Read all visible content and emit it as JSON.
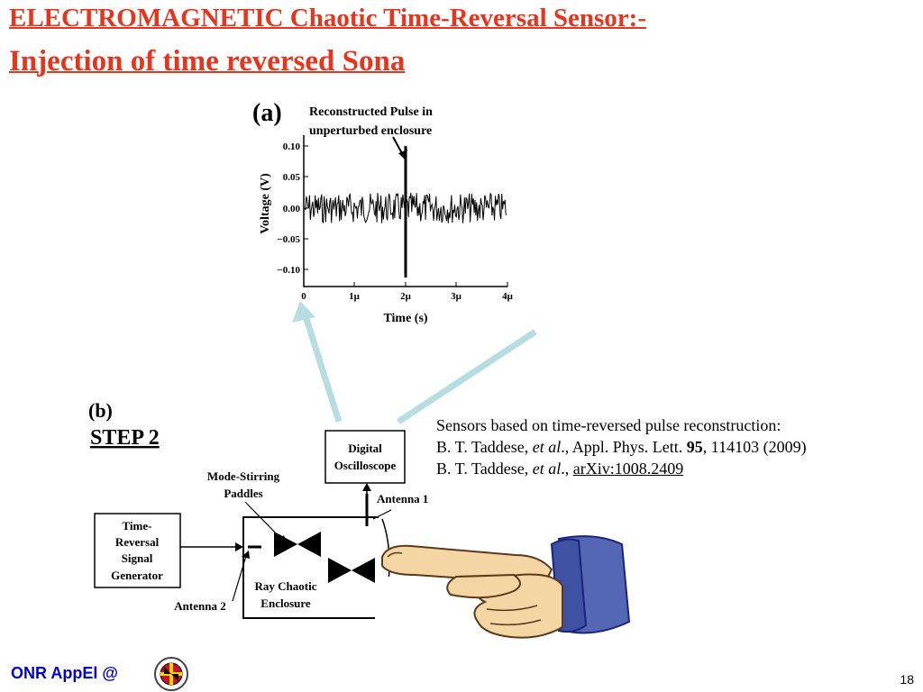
{
  "slide": {
    "title_line1": "ELECTROMAGNETIC Chaotic Time-Reversal Sensor:-",
    "title_line2": "Injection of time reversed Sona",
    "page_number": "18",
    "footer": "ONR AppEl @",
    "colors": {
      "title": "#e8341c",
      "footer": "#0000cc",
      "arrow": "#b6dde2"
    }
  },
  "references": {
    "line1": "Sensors based on time-reversed pulse reconstruction:",
    "line2_author": "B. T. Taddese, ",
    "line2_etal": "et al",
    "line2_journal": "., Appl. Phys. Lett. ",
    "line2_volume": "95",
    "line2_rest": ", 114103 (2009)",
    "line3_author": "B. T. Taddese, ",
    "line3_etal": "et al",
    "line3_sep": "., ",
    "line3_link": "arXiv:1008.2409"
  },
  "plot": {
    "panel_label": "(a)",
    "annotation_line1": "Reconstructed Pulse in",
    "annotation_line2": "unperturbed enclosure",
    "ylabel": "Voltage (V)",
    "xlabel": "Time (s)",
    "y_ticks": [
      "0.10",
      "0.05",
      "0.00",
      "−0.05",
      "−0.10"
    ],
    "x_ticks": [
      "0",
      "1μ",
      "2μ",
      "3μ",
      "4μ"
    ]
  },
  "diagram": {
    "panel_label": "(b)",
    "step_label": "STEP 2",
    "oscilloscope_line1": "Digital",
    "oscilloscope_line2": "Oscilloscope",
    "generator_line1": "Time-",
    "generator_line2": "Reversal",
    "generator_line3": "Signal",
    "generator_line4": "Generator",
    "paddles_line1": "Mode-Stirring",
    "paddles_line2": "Paddles",
    "antenna1": "Antenna 1",
    "antenna2": "Antenna 2",
    "enclosure_line1": "Ray Chaotic",
    "enclosure_line2": "Enclosure"
  },
  "logo": {
    "name": "university-seal"
  },
  "decorations": {
    "hand": "pointing-hand-illustration"
  }
}
